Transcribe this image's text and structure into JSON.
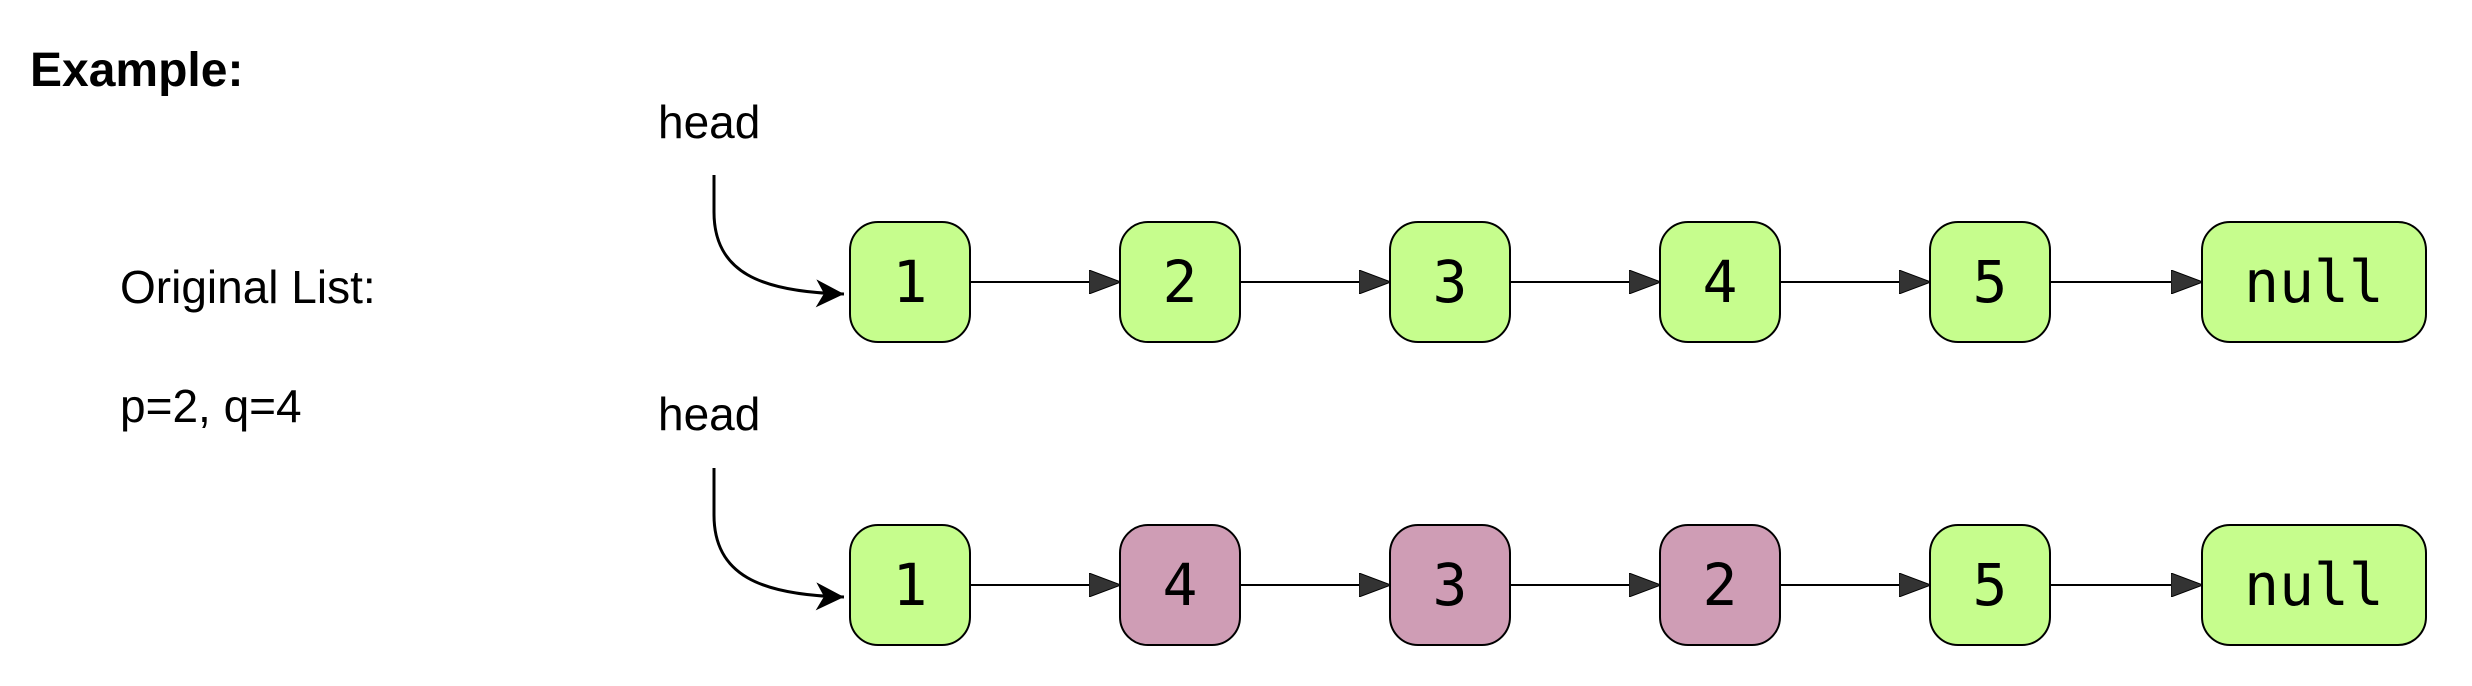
{
  "title": "Example:",
  "original_label": "Original List:",
  "params_label": "p=2, q=4",
  "head_label": "head",
  "colors": {
    "normal": "#c6fd8d",
    "reversed": "#cf9db5"
  },
  "lists": [
    {
      "name": "original",
      "nodes": [
        {
          "value": "1",
          "state": "normal"
        },
        {
          "value": "2",
          "state": "normal"
        },
        {
          "value": "3",
          "state": "normal"
        },
        {
          "value": "4",
          "state": "normal"
        },
        {
          "value": "5",
          "state": "normal"
        },
        {
          "value": "null",
          "state": "normal"
        }
      ]
    },
    {
      "name": "result",
      "nodes": [
        {
          "value": "1",
          "state": "normal"
        },
        {
          "value": "4",
          "state": "reversed"
        },
        {
          "value": "3",
          "state": "reversed"
        },
        {
          "value": "2",
          "state": "reversed"
        },
        {
          "value": "5",
          "state": "normal"
        },
        {
          "value": "null",
          "state": "normal"
        }
      ]
    }
  ]
}
